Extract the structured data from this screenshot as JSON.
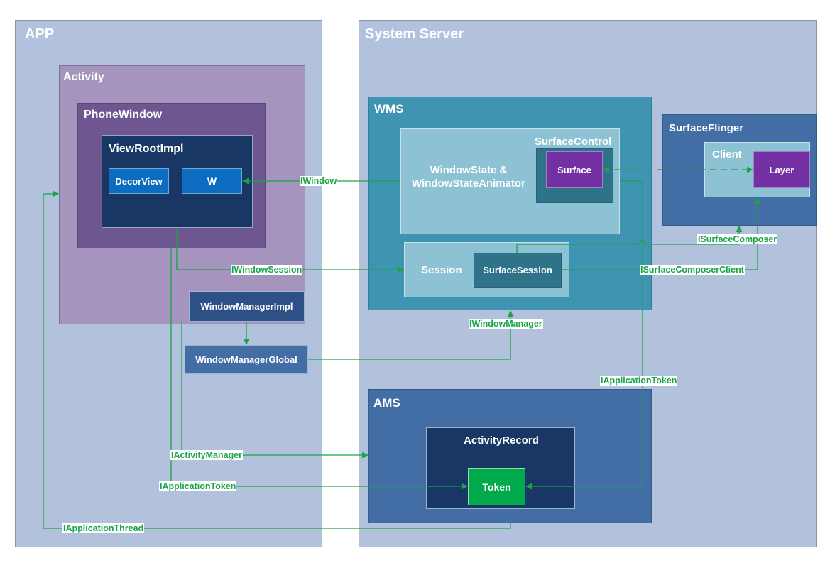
{
  "colors": {
    "region": "#b2c2dc",
    "activity": "#a594bd",
    "phone_window": "#6e5790",
    "dark_navy": "#183764",
    "blue_item": "#0b6cc0",
    "slate": "#2d5187",
    "mid_blue": "#436ea5",
    "wms": "#3f95b1",
    "light_panel": "#8dc1d4",
    "teal": "#2f7389",
    "purple": "#7230a3",
    "token_green": "#00a94c",
    "connector_green": "#1aa44a"
  },
  "regions": {
    "app": "APP",
    "system_server": "System Server"
  },
  "app": {
    "activity": "Activity",
    "phone_window": "PhoneWindow",
    "view_root_impl": "ViewRootImpl",
    "decor_view": "DecorView",
    "w": "W",
    "window_manager_impl": "WindowManagerImpl",
    "window_manager_global": "WindowManagerGlobal"
  },
  "server": {
    "wms": "WMS",
    "window_state": "WindowState  &\nWindowStateAnimator",
    "surface_control": "SurfaceControl",
    "surface": "Surface",
    "session": "Session",
    "surface_session": "SurfaceSession",
    "surface_flinger": "SurfaceFlinger",
    "client": "Client",
    "layer": "Layer",
    "ams": "AMS",
    "activity_record": "ActivityRecord",
    "token": "Token"
  },
  "connectors": {
    "iwindow": "IWindow",
    "iwindow_session": "IWindowSession",
    "isurface_composer": "ISurfaceComposer",
    "isurface_composer_client": "ISurfaceComposerClient",
    "iwindow_manager": "IWindowManager",
    "iapplication_token_server": "IApplicationToken",
    "iactivity_manager": "IActivityManager",
    "iapplication_token_app": "IApplicationToken",
    "iapplication_thread": "IApplicationThread"
  }
}
